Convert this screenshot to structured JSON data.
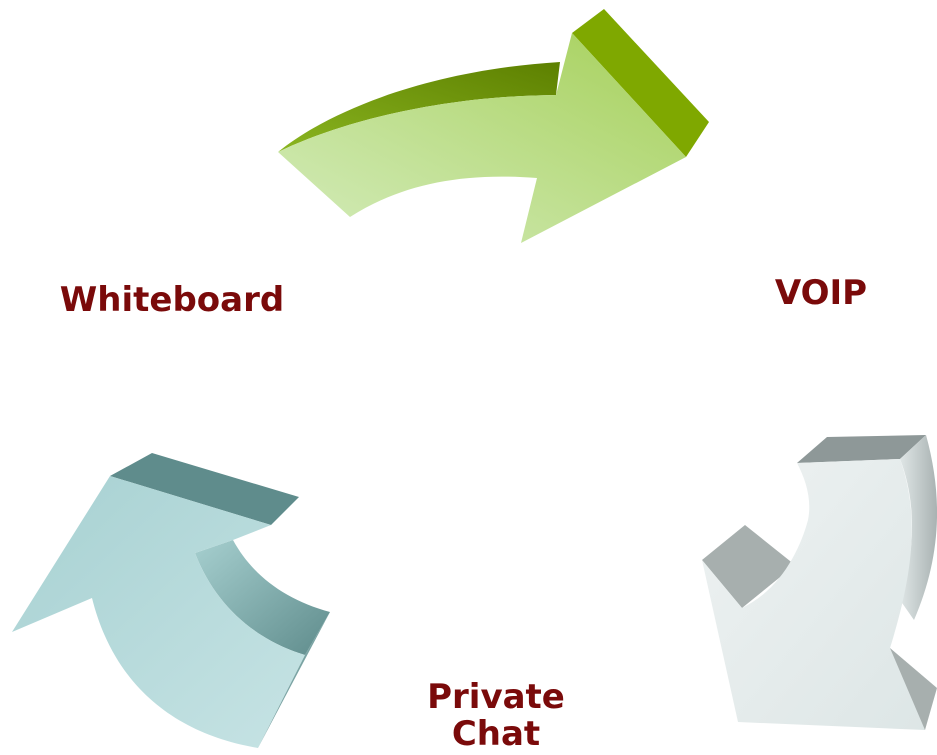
{
  "labels": {
    "whiteboard": "Whiteboard",
    "voip": "VOIP",
    "private_chat_line1": "Private",
    "private_chat_line2": "Chat"
  },
  "colors": {
    "label_text": "#7a0a0a",
    "arrow_green_light": "#d4ecbc",
    "arrow_green_mid": "#a6d05a",
    "arrow_green_dark": "#7fa800",
    "arrow_green_shadow": "#5d8000",
    "arrow_teal_light": "#c6e3e4",
    "arrow_teal_mid": "#a7d1d2",
    "arrow_teal_dark": "#5f8c8c",
    "arrow_gray_light": "#eef2f2",
    "arrow_gray_mid": "#dde6e6",
    "arrow_gray_dark": "#8e9898"
  }
}
